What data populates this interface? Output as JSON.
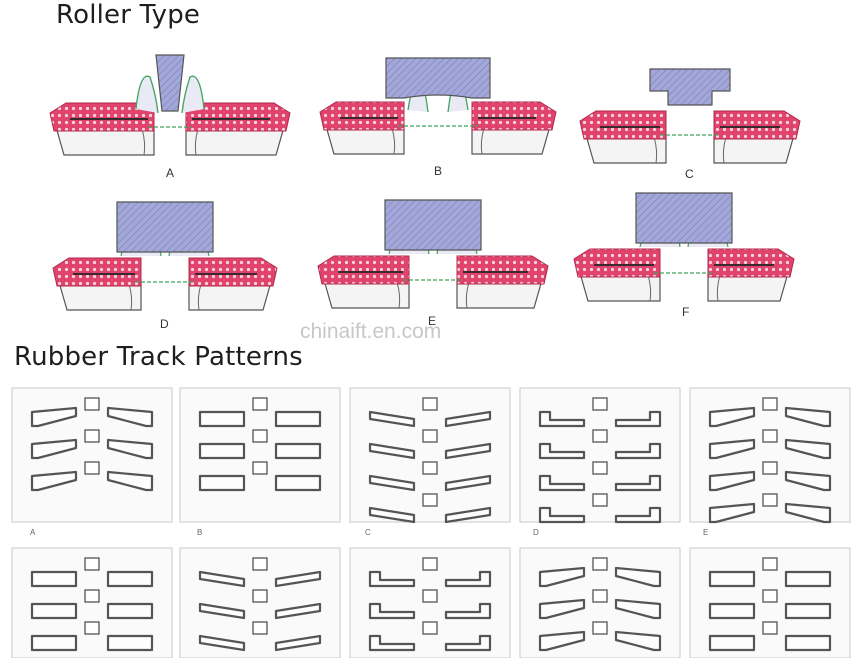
{
  "headings": {
    "roller_type": "Roller Type",
    "rubber_track_patterns": "Rubber Track Patterns"
  },
  "roller_labels": [
    "A",
    "B",
    "C",
    "D",
    "E",
    "F"
  ],
  "pattern_labels": [
    "A",
    "B",
    "C",
    "D",
    "E"
  ],
  "watermark": "chinaift.en.com",
  "colors": {
    "rubber_pink": "#e0436b",
    "roller_blue": "#9ea3d6",
    "guide_green": "#3fa45c",
    "steel_line": "#3a2a30",
    "pattern_stroke": "#555555",
    "panel_border": "#c9c9c9"
  },
  "icons": {
    "roller_cross_section": "roller-cross-section-icon",
    "tread_lug": "tread-lug-icon"
  }
}
